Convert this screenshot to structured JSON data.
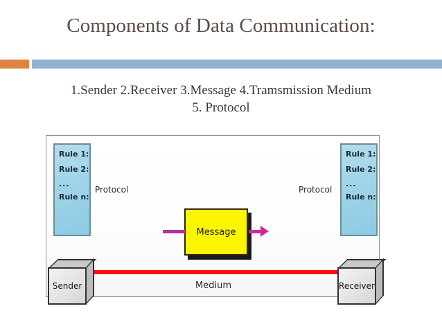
{
  "slide": {
    "title": "Components of Data Communication:",
    "subtitle_line1": "1.Sender  2.Receiver  3.Message 4.Tramsmission Medium",
    "subtitle_line2": "5. Protocol"
  },
  "theme": {
    "accent_orange": "#df8244",
    "divider_blue": "#91b2d2",
    "title_color": "#594c47",
    "rule_box_blue": "#9fd4e8",
    "message_yellow": "#fcf500",
    "arrow_magenta": "#cc2b96",
    "medium_red": "#f71414"
  },
  "diagram": {
    "protocol_label_left": "Protocol",
    "protocol_label_right": "Protocol",
    "rule_box_left": {
      "rule_1": "Rule 1:",
      "rule_2": "Rule 2:",
      "ellipsis": "...",
      "rule_n": "Rule n:"
    },
    "rule_box_right": {
      "rule_1": "Rule 1:",
      "rule_2": "Rule 2:",
      "ellipsis": "...",
      "rule_n": "Rule n:"
    },
    "message_label": "Message",
    "medium_label": "Medium",
    "sender_label": "Sender",
    "receiver_label": "Receiver"
  }
}
